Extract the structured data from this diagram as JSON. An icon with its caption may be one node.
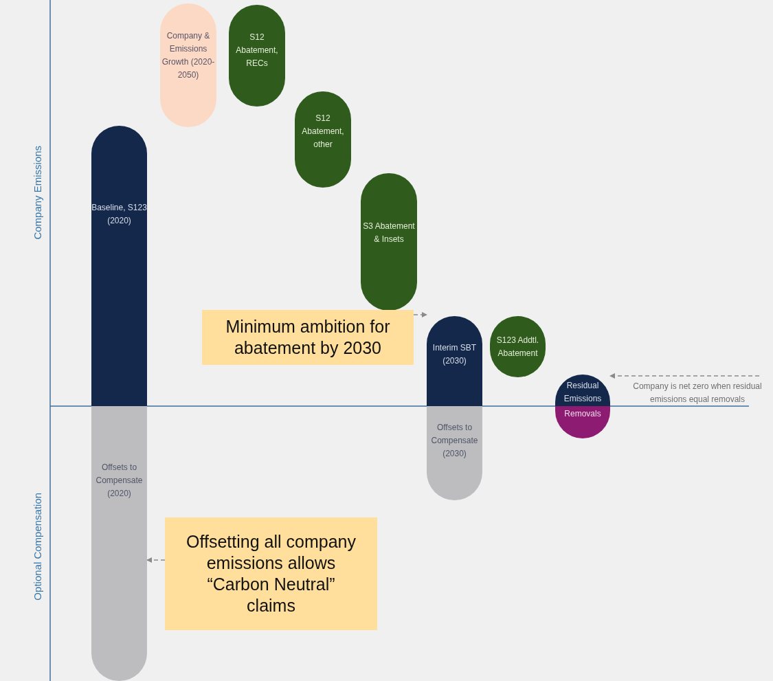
{
  "diagram": {
    "nodes": [
      {
        "text": [
          "Company & Emissions Growth (2020-2050)"
        ]
      },
      {
        "text": [
          "S12 Abatement, RECs"
        ]
      },
      {
        "text": [
          "S12 Abatement, other"
        ]
      },
      {
        "text": [
          "S3 Abatement & Insets"
        ]
      },
      {
        "text": [
          "Baseline, S123 (2020)"
        ]
      },
      {
        "text": [
          "Offsets to Compensate (2020)"
        ]
      },
      {
        "text": [
          "Interim SBT (2030)"
        ]
      },
      {
        "text": [
          "Offsets to Compensate (2030)"
        ]
      },
      {
        "text": [
          "S123 Addtl. Abatement"
        ]
      },
      {
        "text": [
          "Residual Emissions"
        ]
      },
      {
        "text": [
          "Removals"
        ]
      },
      {
        "text": [
          "Minimum ambition for abatement by 2030"
        ]
      },
      {
        "text": [
          "Offsetting all company emissions allows “Carbon Neutral” claims"
        ]
      },
      {
        "text": [
          "Company is net zero when residual emissions equal removals"
        ]
      }
    ],
    "edges": [
      {
        "from": 11,
        "to": 6,
        "arrow": "to",
        "style": "dashed"
      },
      {
        "from": 12,
        "to": 5,
        "arrow": "to",
        "style": "dashed"
      },
      {
        "from": 13,
        "to": 9,
        "arrow": "to",
        "style": "dashed"
      }
    ],
    "labels": [
      "Company Emissions",
      "Optional Compensation"
    ]
  }
}
